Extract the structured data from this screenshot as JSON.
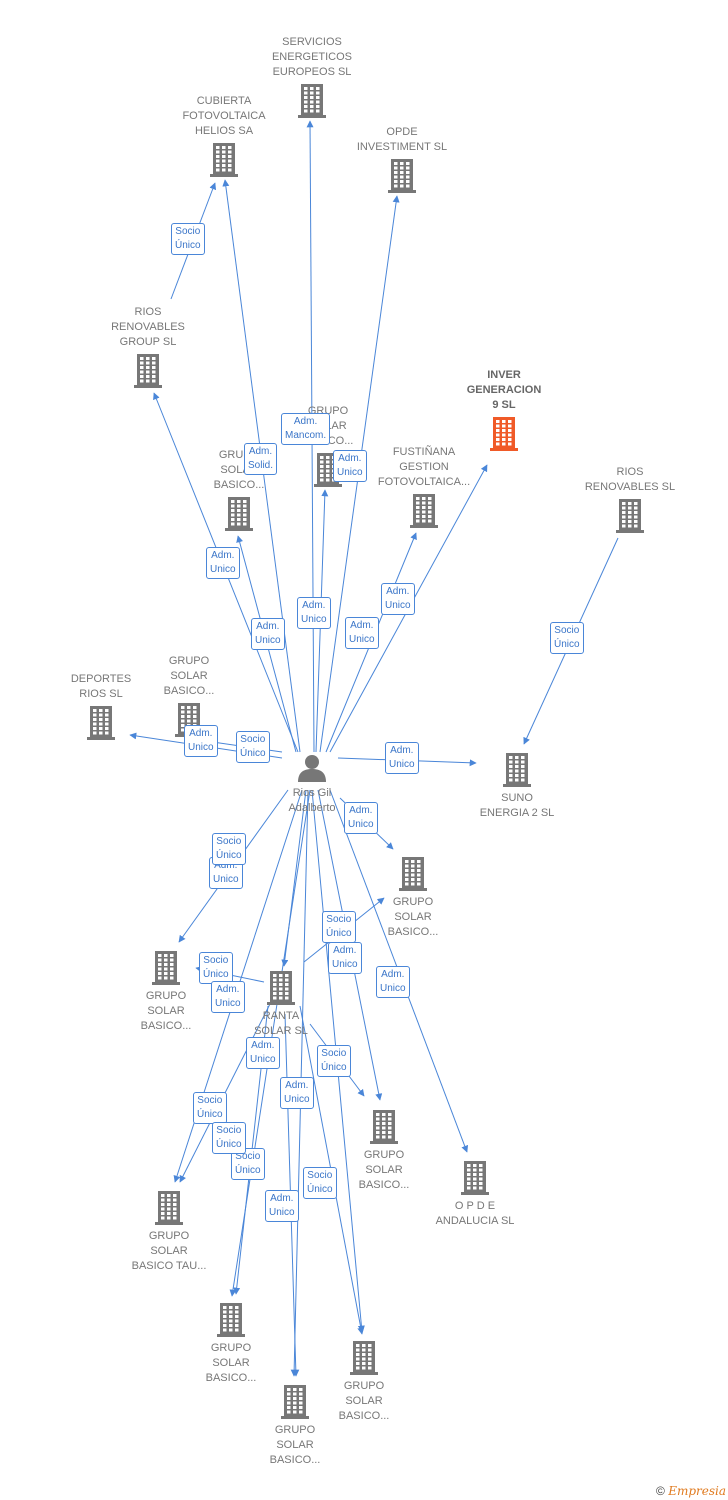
{
  "colors": {
    "edge": "#4a86d8",
    "company_icon": "#777777",
    "highlight_icon": "#f05a28",
    "person_icon": "#777777"
  },
  "nodes": [
    {
      "id": "servicios",
      "label": "SERVICIOS\nENERGETICOS\nEUROPEOS SL",
      "icon": "building-icon"
    },
    {
      "id": "cubierta",
      "label": "CUBIERTA\nFOTOVOLTAICA\nHELIOS SA",
      "icon": "building-icon"
    },
    {
      "id": "opde_inv",
      "label": "OPDE\nINVESTIMENT SL",
      "icon": "building-icon"
    },
    {
      "id": "rios_group",
      "label": "RIOS\nRENOVABLES\nGROUP SL",
      "icon": "building-icon"
    },
    {
      "id": "inver",
      "label": "INVER\nGENERACION\n9  SL",
      "icon": "building-icon",
      "highlight": true
    },
    {
      "id": "grupo_top",
      "label": "GRUPO\nSOLAR\nBASICO...",
      "icon": "building-icon"
    },
    {
      "id": "grupo_left1",
      "label": "GRUPO\nSOLAR\nBASICO...",
      "icon": "building-icon"
    },
    {
      "id": "fustinana",
      "label": "FUSTIÑANA\nGESTION\nFOTOVOLTAICA...",
      "icon": "building-icon"
    },
    {
      "id": "rios_ren",
      "label": "RIOS\nRENOVABLES SL",
      "icon": "building-icon"
    },
    {
      "id": "deportes",
      "label": "DEPORTES\nRIOS  SL",
      "icon": "building-icon"
    },
    {
      "id": "grupo_left2",
      "label": "GRUPO\nSOLAR\nBASICO...",
      "icon": "building-icon"
    },
    {
      "id": "person",
      "label": "Rios Gil\nAdalberto",
      "icon": "person-icon"
    },
    {
      "id": "suno",
      "label": "SUNO\nENERGIA 2  SL",
      "icon": "building-icon"
    },
    {
      "id": "grupo_right1",
      "label": "GRUPO\nSOLAR\nBASICO...",
      "icon": "building-icon"
    },
    {
      "id": "grupo_left3",
      "label": "GRUPO\nSOLAR\nBASICO...",
      "icon": "building-icon"
    },
    {
      "id": "ranta",
      "label": "RANTA\nSOLAR  SL",
      "icon": "building-icon"
    },
    {
      "id": "grupo_mid",
      "label": "GRUPO\nSOLAR\nBASICO...",
      "icon": "building-icon"
    },
    {
      "id": "opde_and",
      "label": "O P D E\nANDALUCIA SL",
      "icon": "building-icon"
    },
    {
      "id": "grupo_tau",
      "label": "GRUPO\nSOLAR\nBASICO TAU...",
      "icon": "building-icon"
    },
    {
      "id": "grupo_b1",
      "label": "GRUPO\nSOLAR\nBASICO...",
      "icon": "building-icon"
    },
    {
      "id": "grupo_b2",
      "label": "GRUPO\nSOLAR\nBASICO...",
      "icon": "building-icon"
    },
    {
      "id": "grupo_b3",
      "label": "GRUPO\nSOLAR\nBASICO...",
      "icon": "building-icon"
    }
  ],
  "edges": [
    {
      "from": "rios_group",
      "to": "cubierta",
      "label": "Socio\nÚnico"
    },
    {
      "from": "person",
      "to": "cubierta",
      "label": "Adm.\nSolid."
    },
    {
      "from": "person",
      "to": "servicios",
      "label": "Adm.\nMancom."
    },
    {
      "from": "person",
      "to": "opde_inv",
      "label": "Adm.\nUnico"
    },
    {
      "from": "person",
      "to": "rios_group",
      "label": "Adm.\nUnico"
    },
    {
      "from": "person",
      "to": "grupo_left1",
      "label": "Adm.\nUnico"
    },
    {
      "from": "person",
      "to": "grupo_top",
      "label": "Adm.\nUnico"
    },
    {
      "from": "person",
      "to": "fustinana",
      "label": "Adm.\nUnico"
    },
    {
      "from": "person",
      "to": "inver",
      "label": "Adm.\nUnico"
    },
    {
      "from": "rios_ren",
      "to": "suno",
      "label": "Socio\nÚnico"
    },
    {
      "from": "person",
      "to": "suno",
      "label": "Adm.\nUnico"
    },
    {
      "from": "person",
      "to": "deportes",
      "label": "Adm.\nUnico"
    },
    {
      "from": "person",
      "to": "grupo_left2",
      "label": "Socio\nÚnico"
    },
    {
      "from": "person",
      "to": "grupo_right1",
      "label": "Adm.\nUnico"
    },
    {
      "from": "person",
      "to": "grupo_left3",
      "label": "Adm.\nUnico"
    },
    {
      "from": "ranta",
      "to": "grupo_left3",
      "label": "Socio\nÚnico"
    },
    {
      "from": "ranta",
      "to": "grupo_right1",
      "label": "Socio\nÚnico"
    },
    {
      "from": "person",
      "to": "grupo_mid",
      "label": "Adm.\nUnico"
    },
    {
      "from": "person",
      "to": "opde_and",
      "label": "Adm.\nUnico"
    },
    {
      "from": "ranta",
      "to": "grupo_mid",
      "label": "Socio\nÚnico"
    },
    {
      "from": "person",
      "to": "grupo_tau",
      "label": "Adm.\nUnico"
    },
    {
      "from": "ranta",
      "to": "grupo_tau",
      "label": "Socio\nÚnico"
    },
    {
      "from": "person",
      "to": "grupo_b1",
      "label": "Adm.\nUnico"
    },
    {
      "from": "ranta",
      "to": "grupo_b1",
      "label": "Socio\nÚnico"
    },
    {
      "from": "person",
      "to": "grupo_b2",
      "label": "Adm.\nUnico"
    },
    {
      "from": "ranta",
      "to": "grupo_b2",
      "label": "Socio\nÚnico"
    },
    {
      "from": "person",
      "to": "grupo_b3",
      "label": "Adm.\nUnico"
    },
    {
      "from": "ranta",
      "to": "grupo_b3",
      "label": "Socio\nÚnico"
    },
    {
      "from": "person",
      "to": "ranta",
      "label": "Socio\nÚnico"
    }
  ],
  "footer": {
    "copyright": "©",
    "brand": "Empresia"
  }
}
